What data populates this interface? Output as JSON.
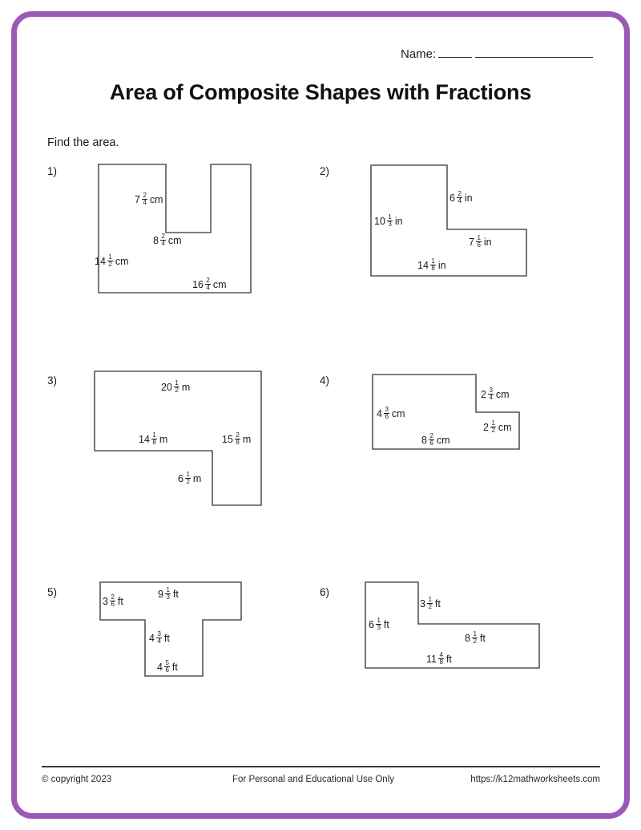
{
  "header": {
    "name_label": "Name:",
    "title": "Area of Composite Shapes with Fractions",
    "instruction": "Find the area."
  },
  "theme": {
    "border_color": "#9b59b6",
    "shape_stroke": "#555555",
    "text_color": "#1a1a1a"
  },
  "footer": {
    "copyright": "© copyright 2023",
    "usage": "For Personal and Educational Use Only",
    "url": "https://k12mathworksheets.com"
  },
  "problems": [
    {
      "number": "1)",
      "shape": "u-shape",
      "unit": "cm",
      "labels": [
        {
          "whole": "7",
          "num": "2",
          "den": "4",
          "unit": "cm"
        },
        {
          "whole": "8",
          "num": "2",
          "den": "4",
          "unit": "cm"
        },
        {
          "whole": "14",
          "num": "1",
          "den": "2",
          "unit": "cm"
        },
        {
          "whole": "16",
          "num": "2",
          "den": "4",
          "unit": "cm"
        }
      ]
    },
    {
      "number": "2)",
      "shape": "l-shape",
      "unit": "in",
      "labels": [
        {
          "whole": "6",
          "num": "2",
          "den": "4",
          "unit": "in"
        },
        {
          "whole": "10",
          "num": "1",
          "den": "3",
          "unit": "in"
        },
        {
          "whole": "7",
          "num": "1",
          "den": "6",
          "unit": "in"
        },
        {
          "whole": "14",
          "num": "1",
          "den": "8",
          "unit": "in"
        }
      ]
    },
    {
      "number": "3)",
      "shape": "inverted-l-shape",
      "unit": "m",
      "labels": [
        {
          "whole": "20",
          "num": "1",
          "den": "2",
          "unit": "m"
        },
        {
          "whole": "14",
          "num": "1",
          "den": "8",
          "unit": "m"
        },
        {
          "whole": "15",
          "num": "2",
          "den": "8",
          "unit": "m"
        },
        {
          "whole": "6",
          "num": "1",
          "den": "2",
          "unit": "m"
        }
      ]
    },
    {
      "number": "4)",
      "shape": "stepped-l-shape",
      "unit": "cm",
      "labels": [
        {
          "whole": "2",
          "num": "3",
          "den": "4",
          "unit": "cm"
        },
        {
          "whole": "4",
          "num": "3",
          "den": "6",
          "unit": "cm"
        },
        {
          "whole": "2",
          "num": "1",
          "den": "2",
          "unit": "cm"
        },
        {
          "whole": "8",
          "num": "2",
          "den": "6",
          "unit": "cm"
        }
      ]
    },
    {
      "number": "5)",
      "shape": "t-shape",
      "unit": "ft",
      "labels": [
        {
          "whole": "3",
          "num": "2",
          "den": "6",
          "unit": "ft"
        },
        {
          "whole": "9",
          "num": "1",
          "den": "3",
          "unit": "ft"
        },
        {
          "whole": "4",
          "num": "3",
          "den": "4",
          "unit": "ft"
        },
        {
          "whole": "4",
          "num": "5",
          "den": "6",
          "unit": "ft"
        }
      ]
    },
    {
      "number": "6)",
      "shape": "l-shape-notch",
      "unit": "ft",
      "labels": [
        {
          "whole": "3",
          "num": "1",
          "den": "2",
          "unit": "ft"
        },
        {
          "whole": "6",
          "num": "1",
          "den": "3",
          "unit": "ft"
        },
        {
          "whole": "8",
          "num": "1",
          "den": "2",
          "unit": "ft"
        },
        {
          "whole": "11",
          "num": "4",
          "den": "8",
          "unit": "ft"
        }
      ]
    }
  ]
}
